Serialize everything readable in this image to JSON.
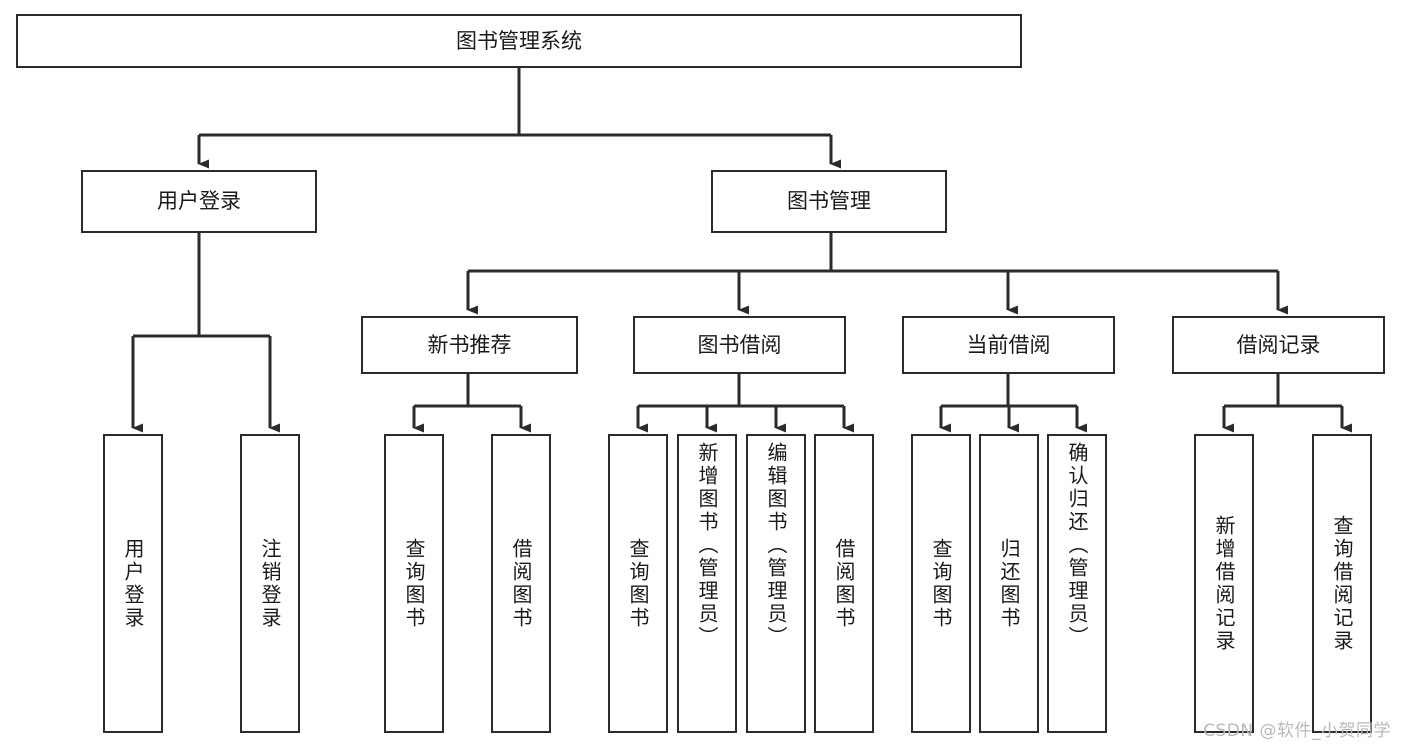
{
  "diagram": {
    "title": "图书管理系统",
    "watermark": "CSDN @软件_小贺同学",
    "line_color": "#2b2b2b",
    "box_border_color": "#2b2b2b",
    "box_fill": "#ffffff",
    "text_color": "#1a1a1a",
    "root": {
      "label": "图书管理系统"
    },
    "level2": [
      {
        "label": "用户登录"
      },
      {
        "label": "图书管理"
      }
    ],
    "level3": [
      {
        "label": "新书推荐"
      },
      {
        "label": "图书借阅"
      },
      {
        "label": "当前借阅"
      },
      {
        "label": "借阅记录"
      }
    ],
    "leaves": {
      "user_login": [
        {
          "label": "用户登录"
        },
        {
          "label": "注销登录"
        }
      ],
      "new_book_recommend": [
        {
          "label": "查询图书"
        },
        {
          "label": "借阅图书"
        }
      ],
      "book_borrow": [
        {
          "label": "查询图书"
        },
        {
          "label": "新增图书（管理员）"
        },
        {
          "label": "编辑图书（管理员）"
        },
        {
          "label": "借阅图书"
        }
      ],
      "current_borrow": [
        {
          "label": "查询图书"
        },
        {
          "label": "归还图书"
        },
        {
          "label": "确认归还（管理员）"
        }
      ],
      "borrow_record": [
        {
          "label": "新增借阅记录"
        },
        {
          "label": "查询借阅记录"
        }
      ]
    }
  }
}
